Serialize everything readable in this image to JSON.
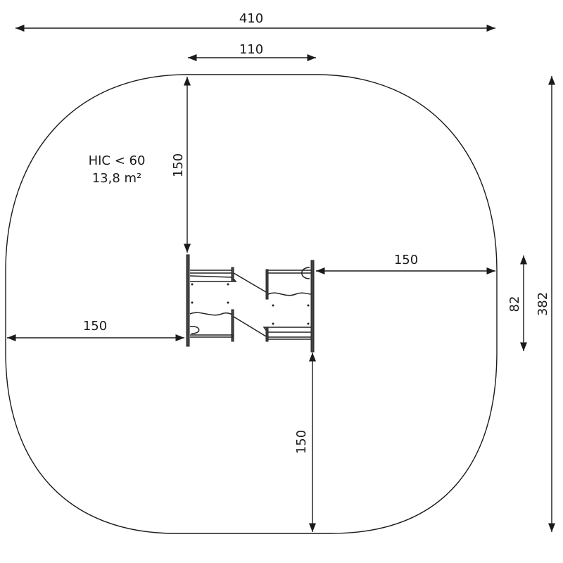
{
  "dimensions": {
    "total_width": "410",
    "equipment_width": "110",
    "top_clearance": "150",
    "right_clearance": "150",
    "left_clearance": "150",
    "bottom_clearance": "150",
    "equipment_depth": "82",
    "total_depth": "382"
  },
  "annotation": {
    "hic": "HIC < 60",
    "area": "13,8 m²"
  }
}
